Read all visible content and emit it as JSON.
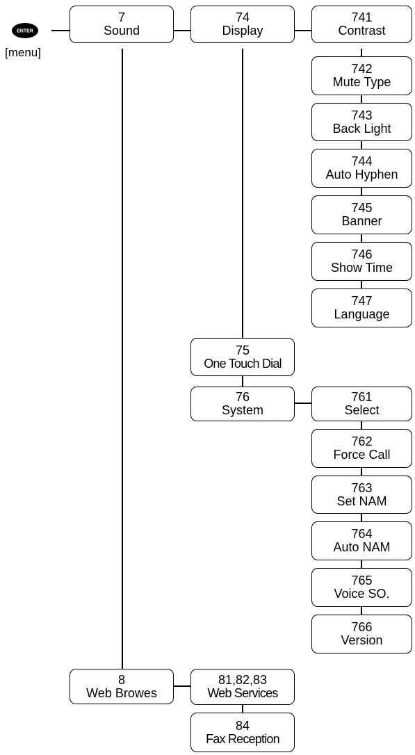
{
  "enter": {
    "icon": "enter-button-icon",
    "icon_text": "ENTER",
    "label": "[menu]"
  },
  "nodes": {
    "n7": {
      "num": "7",
      "label": "Sound"
    },
    "n74": {
      "num": "74",
      "label": "Display"
    },
    "n741": {
      "num": "741",
      "label": "Contrast"
    },
    "n742": {
      "num": "742",
      "label": "Mute Type"
    },
    "n743": {
      "num": "743",
      "label": "Back Light"
    },
    "n744": {
      "num": "744",
      "label": "Auto Hyphen"
    },
    "n745": {
      "num": "745",
      "label": "Banner"
    },
    "n746": {
      "num": "746",
      "label": "Show Time"
    },
    "n747": {
      "num": "747",
      "label": "Language"
    },
    "n75": {
      "num": "75",
      "label": "One Touch Dial"
    },
    "n76": {
      "num": "76",
      "label": "System"
    },
    "n761": {
      "num": "761",
      "label": "Select"
    },
    "n762": {
      "num": "762",
      "label": "Force Call"
    },
    "n763": {
      "num": "763",
      "label": "Set NAM"
    },
    "n764": {
      "num": "764",
      "label": "Auto NAM"
    },
    "n765": {
      "num": "765",
      "label": "Voice SO."
    },
    "n766": {
      "num": "766",
      "label": "Version"
    },
    "n8": {
      "num": "8",
      "label": "Web Browes"
    },
    "n81": {
      "num": "81,82,83",
      "label": "Web Services"
    },
    "n84": {
      "num": "84",
      "label": "Fax Reception"
    }
  }
}
